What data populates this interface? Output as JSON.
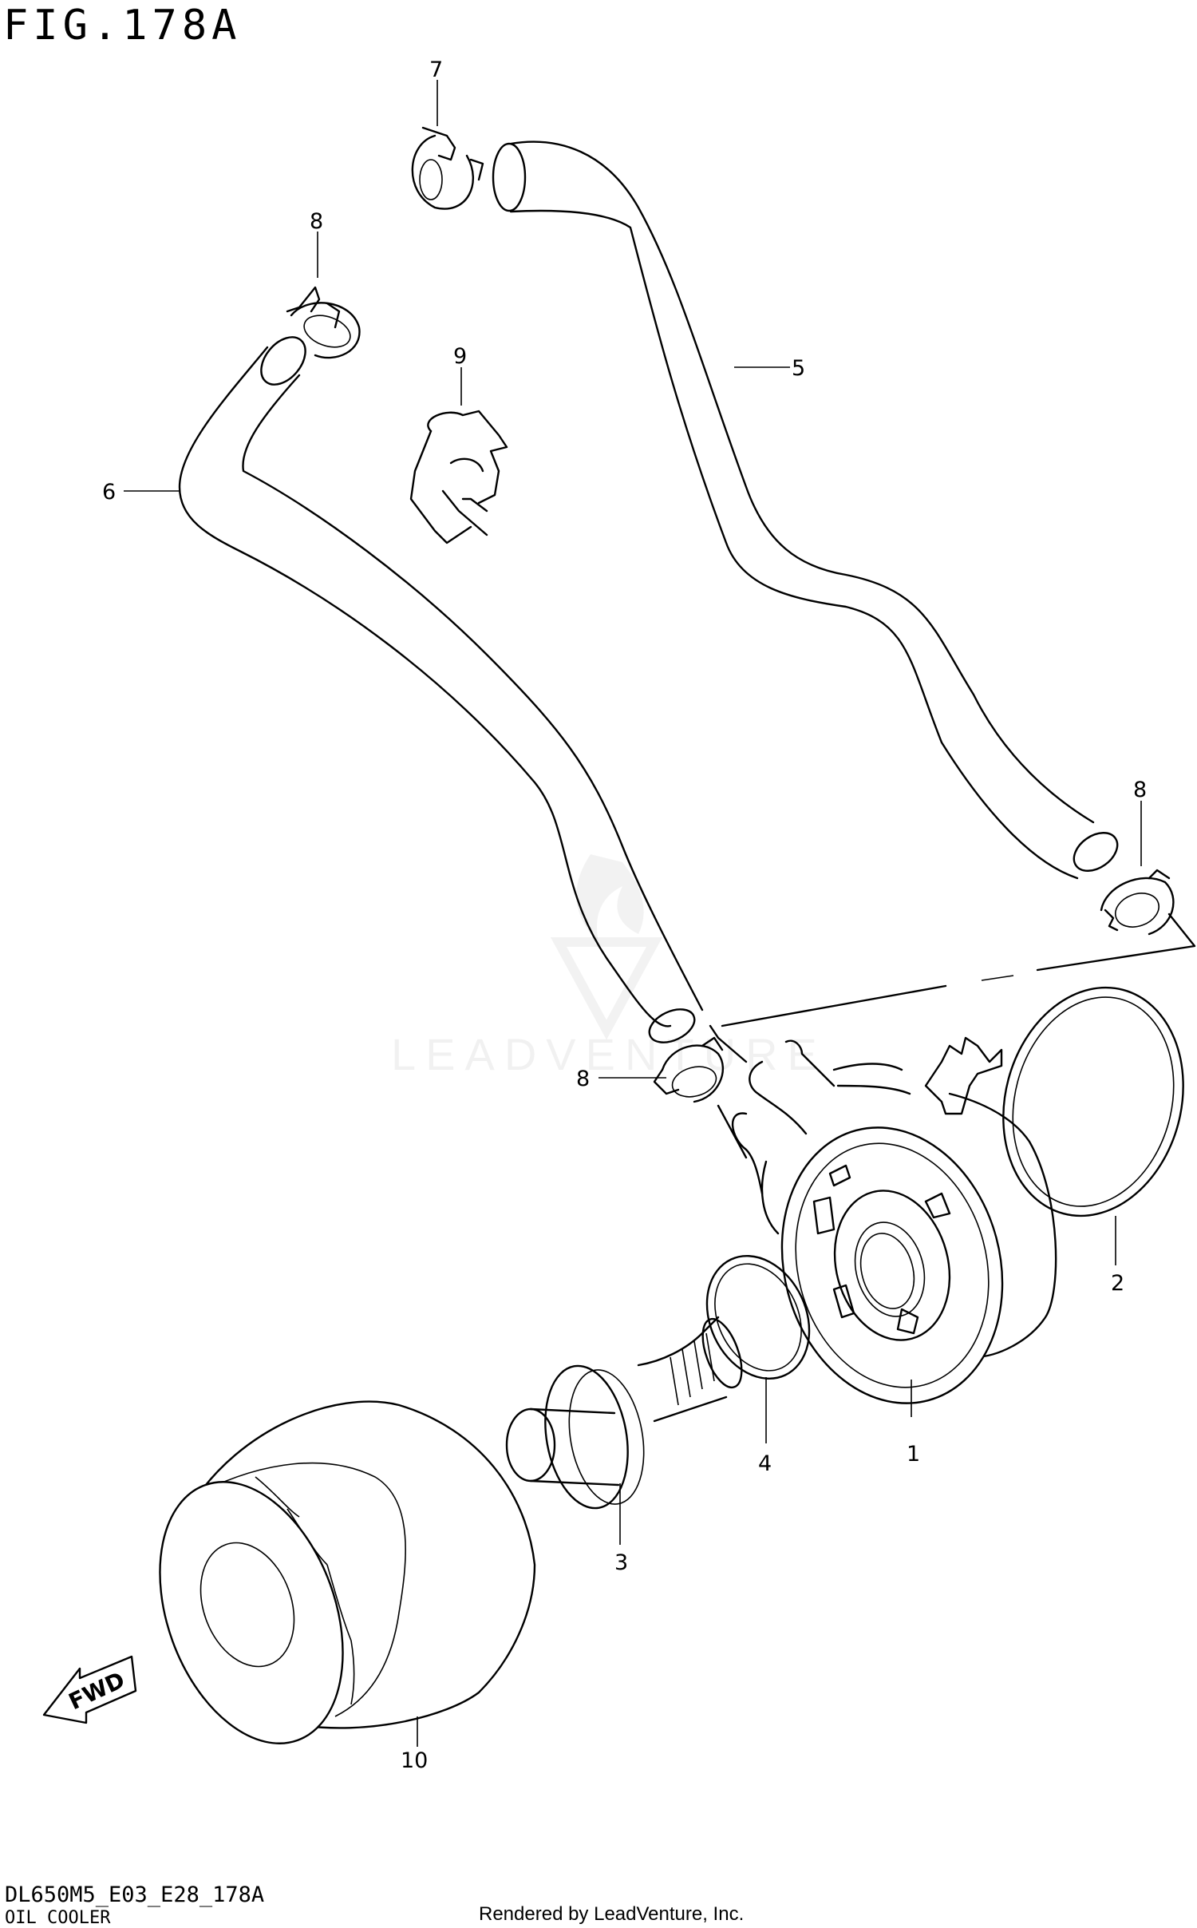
{
  "figure": {
    "title": "FIG.178A",
    "code": "DL650M5_E03_E28_178A",
    "name": "OIL COOLER",
    "credit": "Rendered by LeadVenture, Inc.",
    "watermark": "LEADVENTURE",
    "direction_label": "FWD"
  },
  "callouts": [
    {
      "id": "1",
      "part": "oil-cooler"
    },
    {
      "id": "2",
      "part": "o-ring-large"
    },
    {
      "id": "3",
      "part": "union-bolt"
    },
    {
      "id": "4",
      "part": "o-ring-small"
    },
    {
      "id": "5",
      "part": "hose-upper"
    },
    {
      "id": "6",
      "part": "hose-lower"
    },
    {
      "id": "7",
      "part": "clamp"
    },
    {
      "id": "8",
      "part": "clamp"
    },
    {
      "id": "8",
      "part": "clamp"
    },
    {
      "id": "8",
      "part": "clamp"
    },
    {
      "id": "9",
      "part": "hose-holder"
    },
    {
      "id": "10",
      "part": "oil-filter"
    }
  ]
}
